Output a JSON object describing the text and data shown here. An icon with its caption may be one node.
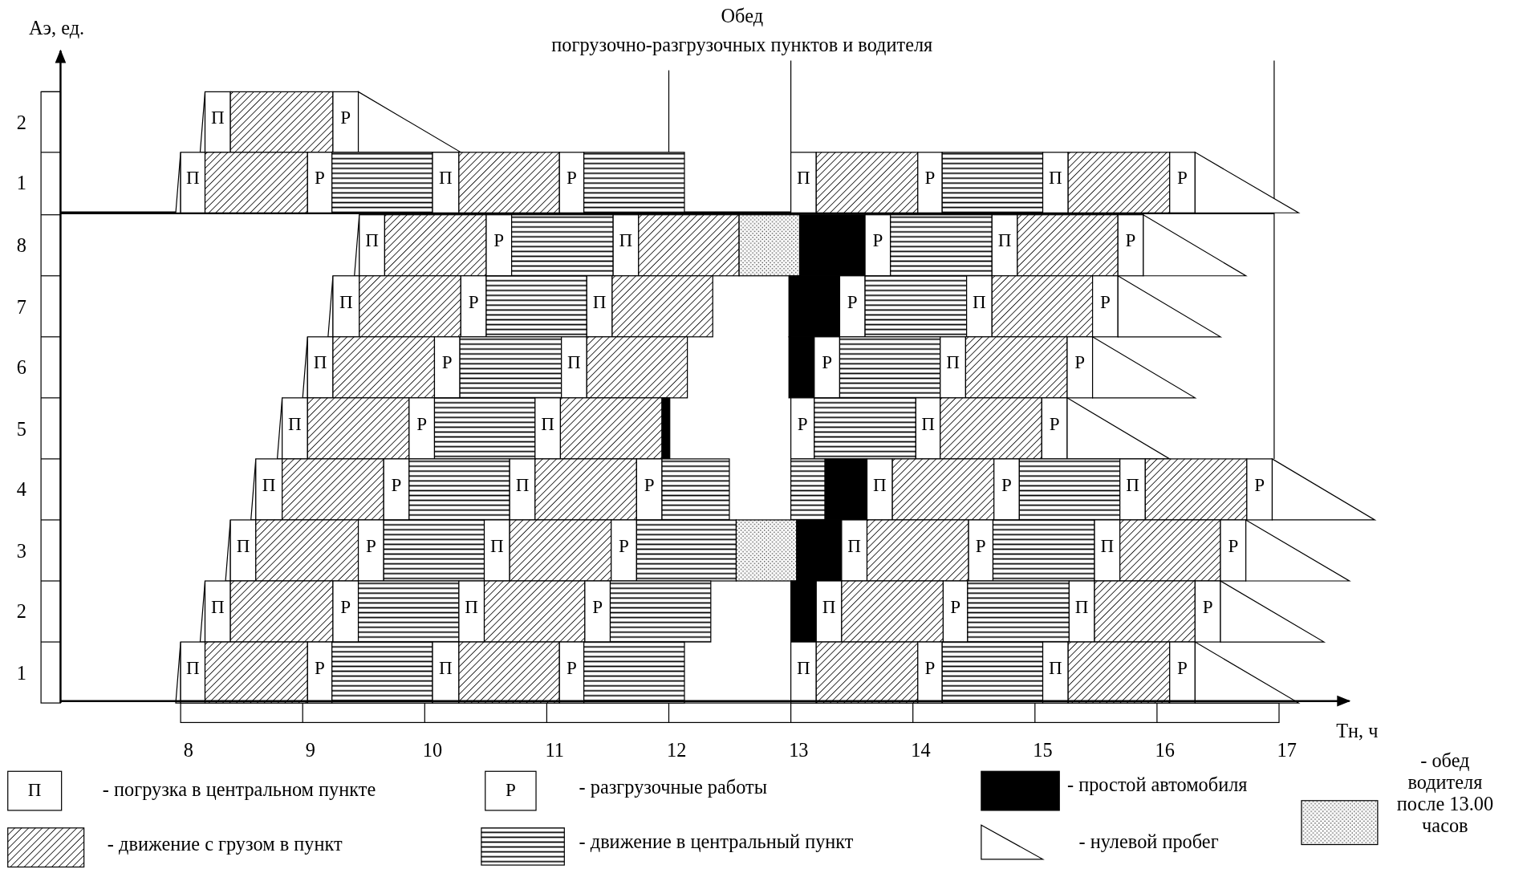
{
  "diagram": {
    "labels": [
      "Аэ, ед.",
      "Обед",
      "погрузочно-разгрузочных пунктов и водителя",
      "2",
      "П",
      "Р",
      "1",
      "П",
      "Р",
      "П",
      "Р",
      "П",
      "Р",
      "П",
      "Р",
      "8",
      "П",
      "Р",
      "П",
      "Р",
      "П",
      "Р",
      "7",
      "П",
      "Р",
      "П",
      "Р",
      "П",
      "Р",
      "6",
      "П",
      "Р",
      "П",
      "Р",
      "П",
      "Р",
      "5",
      "П",
      "Р",
      "П",
      "Р",
      "П",
      "Р",
      "4",
      "П",
      "Р",
      "П",
      "Р",
      "П",
      "Р",
      "П",
      "Р",
      "3",
      "П",
      "Р",
      "П",
      "Р",
      "П",
      "Р",
      "П",
      "Р",
      "2",
      "П",
      "Р",
      "П",
      "Р",
      "П",
      "Р",
      "П",
      "Р",
      "1",
      "П",
      "Р",
      "П",
      "Р",
      "П",
      "Р",
      "П",
      "Р",
      "8",
      "9",
      "10",
      "11",
      "12",
      "13",
      "14",
      "15",
      "16",
      "17",
      "Тн, ч",
      "П",
      "Р"
    ],
    "legend": [
      {
        "text": "- погрузка в центральном пункте"
      },
      {
        "text": "- разгрузочные работы"
      },
      {
        "text": "- простой автомобиля",
        "color": "#000000"
      },
      {
        "text": "- обед водителя после 13.00 часов"
      },
      {
        "text": "- движение с грузом в пункт"
      },
      {
        "text": "- движение в центральный пункт"
      },
      {
        "text": "- нулевой пробег"
      }
    ]
  }
}
